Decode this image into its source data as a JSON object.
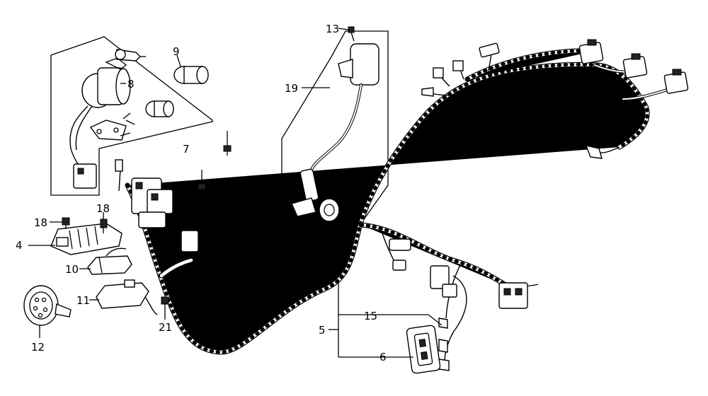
{
  "callouts": {
    "c4": "4",
    "c5": "5",
    "c6": "6",
    "c7": "7",
    "c8": "8",
    "c9": "9",
    "c10": "10",
    "c11": "11",
    "c12": "12",
    "c13": "13",
    "c15": "15",
    "c18a": "18",
    "c18b": "18",
    "c19": "19",
    "c21": "21"
  }
}
